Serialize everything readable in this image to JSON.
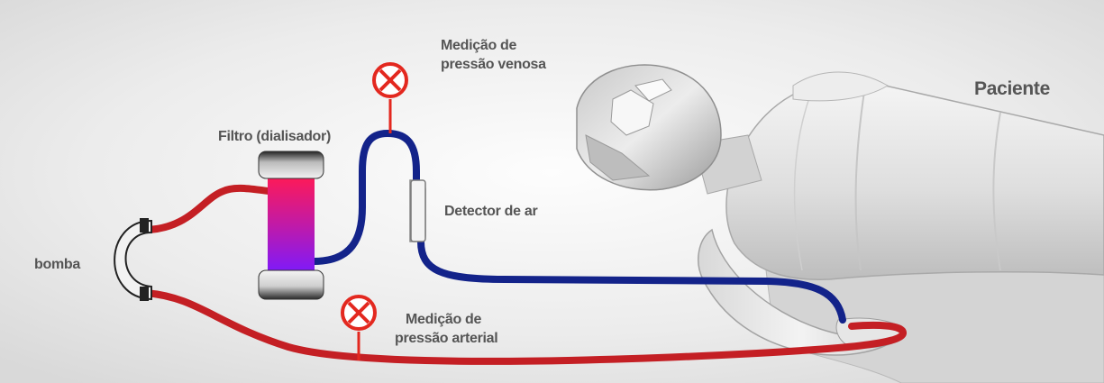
{
  "labels": {
    "venous_pressure": [
      "Medição de",
      "pressão venosa"
    ],
    "filter": "Filtro (dialisador)",
    "air_detector": "Detector de ar",
    "pump": "bomba",
    "arterial_pressure": [
      "Medição de",
      "pressão arterial"
    ],
    "patient": "Paciente"
  },
  "colors": {
    "arterial_line": "#c41f24",
    "venous_line": "#13238a",
    "gauge": "#e3281f",
    "label_text": "#555555"
  },
  "icons": [
    "pressure-gauge-icon",
    "pressure-gauge-icon"
  ]
}
